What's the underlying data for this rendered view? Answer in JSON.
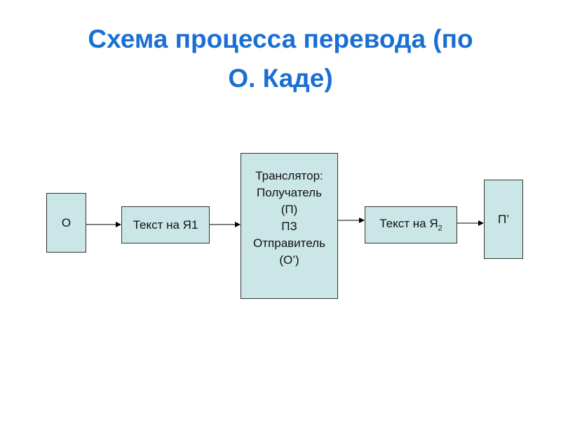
{
  "title": {
    "line1": "Схема процесса перевода (по",
    "line2": "О. Каде)"
  },
  "nodes": {
    "sender": "О",
    "text_l1": "Текст на Я1",
    "translator": [
      "Транслятор:",
      "Получатель",
      "(П)",
      "ПЗ",
      "Отправитель",
      "(О’)"
    ],
    "text_l2_main": "Текст на Я",
    "text_l2_sub": "2",
    "receiver": "П’"
  },
  "colors": {
    "title": "#1a6fd4",
    "box_fill": "#cbe6e6",
    "box_border": "#333333",
    "arrow": "#000000"
  }
}
